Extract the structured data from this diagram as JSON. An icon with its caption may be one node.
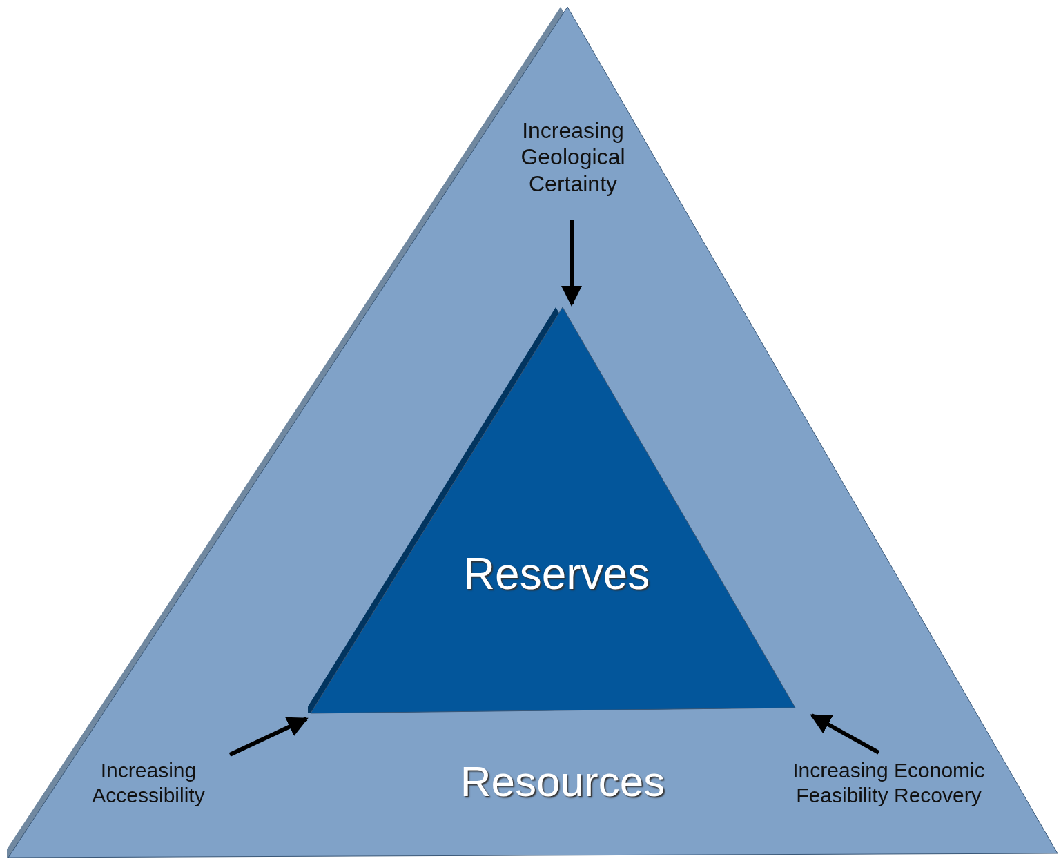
{
  "diagram": {
    "nodes": [
      {
        "text": [
          "Resources"
        ]
      },
      {
        "text": [
          "Reserves"
        ],
        "in": 0
      },
      {
        "text": [
          "Increasing Geological Certainty"
        ],
        "in": 0
      },
      {
        "text": [
          "Increasing Accessibility"
        ],
        "in": 0
      },
      {
        "text": [
          "Increasing Economic Feasibility Recovery"
        ],
        "in": 0
      }
    ],
    "edges": [
      {
        "from": 2,
        "to": 1,
        "arrow": "to"
      },
      {
        "from": 3,
        "to": 1,
        "arrow": "to"
      },
      {
        "from": 4,
        "to": 1,
        "arrow": "to"
      }
    ]
  }
}
